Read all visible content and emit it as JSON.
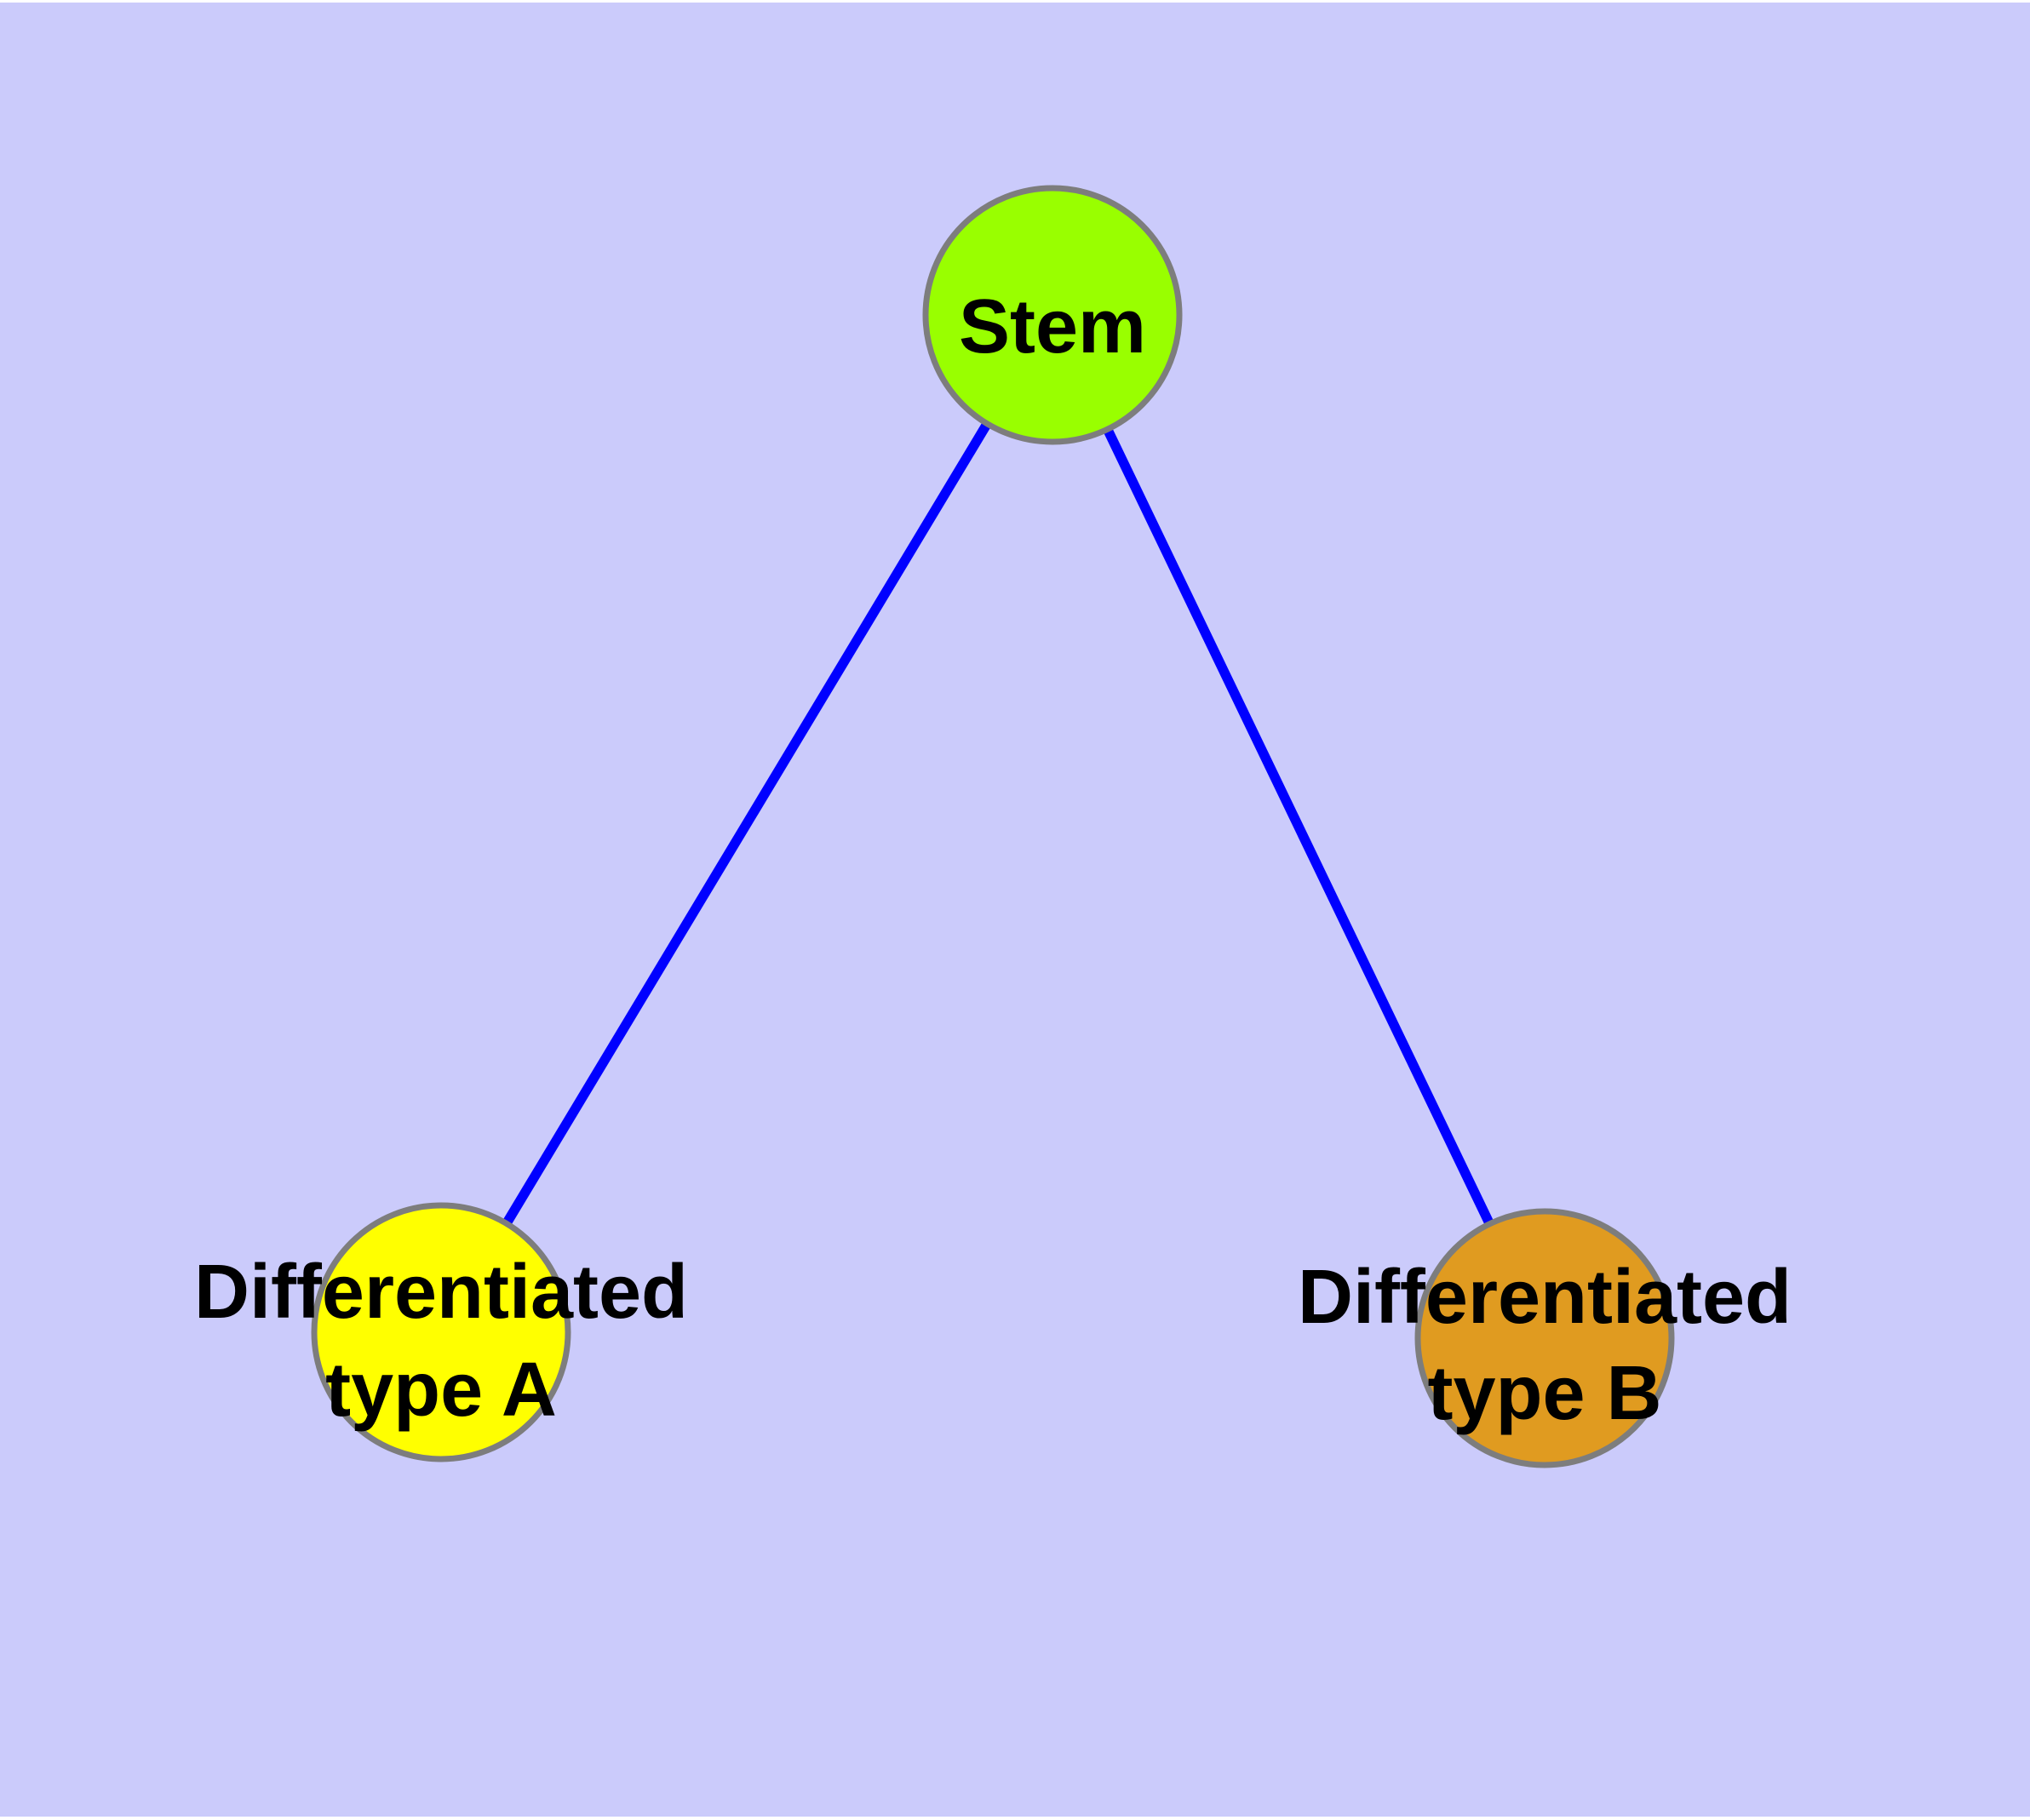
{
  "figure": {
    "description": "Network diagram of stem cell differentiation: one stem node connected to two differentiated cell-type nodes",
    "page_margin_color": "#FFFFFF",
    "background_color": "#CBCBFB",
    "edge_color": "#0000FF",
    "node_border_color": "#7D7D7D",
    "text_color": "#000000"
  },
  "nodes": [
    {
      "id": "stem",
      "label": "Stem",
      "color": "#99FF00"
    },
    {
      "id": "type-a",
      "label_line1": "Differentiated",
      "label_line2": "type A",
      "color": "#FFFF00"
    },
    {
      "id": "type-b",
      "label_line1": "Differentiated",
      "label_line2": "type B",
      "color": "#E09B20"
    }
  ],
  "edges": [
    {
      "from": "stem",
      "to": "type-a"
    },
    {
      "from": "stem",
      "to": "type-b"
    }
  ]
}
